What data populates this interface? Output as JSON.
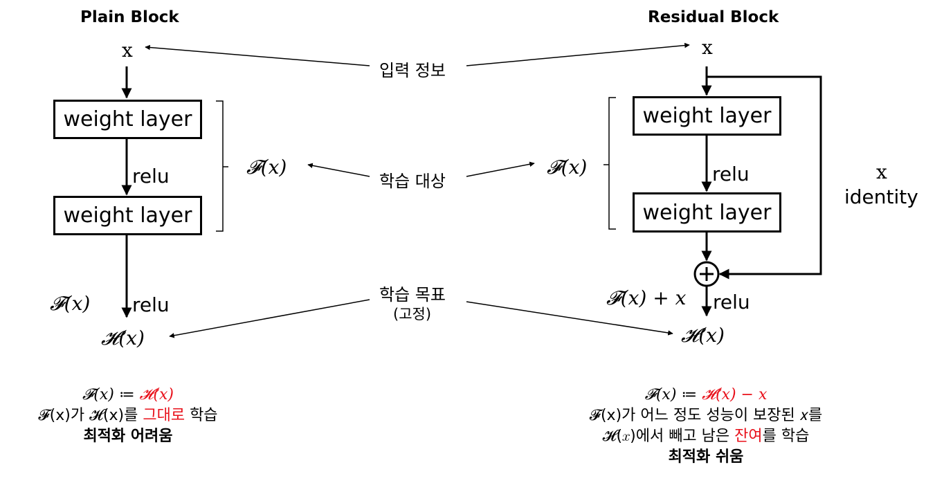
{
  "left": {
    "title": "Plain Block",
    "input": "x",
    "layer1": "weight layer",
    "relu1": "relu",
    "layer2": "weight layer",
    "relu2": "relu",
    "fx": "𝓕(x)",
    "hx": "𝓗(x)",
    "note": {
      "eq_left": "𝓕(x) ≔ ",
      "eq_right": "𝓗(x)",
      "line2_a": "𝓕(x)가 𝓗(x)를 ",
      "line2_red": "그대로",
      "line2_b": " 학습",
      "line3": "최적화 어려움"
    }
  },
  "right": {
    "title": "Residual Block",
    "input": "x",
    "layer1": "weight layer",
    "relu1": "relu",
    "layer2": "weight layer",
    "relu2": "relu",
    "fx": "𝓕(x)",
    "sum_label": "𝓕(x) + x",
    "hx": "𝓗(x)",
    "plus": "+",
    "identity_x": "x",
    "identity_label": "identity",
    "note": {
      "eq_left": "𝓕(x) ≔ ",
      "eq_right": "𝓗(x) − x",
      "line2": "𝓕(x)가 어느 정도 성능이 보장된 𝑥를",
      "line3_a": "𝓗(𝑥)에서 빼고 남은 ",
      "line3_red": "잔여",
      "line3_b": "를 학습",
      "line4": "최적화 쉬움"
    }
  },
  "center": {
    "input_info": "입력 정보",
    "learning_target": "학습 대상",
    "learning_goal": "학습 목표",
    "fixed": "(고정)",
    "fx": "𝓕(x)"
  },
  "colors": {
    "line": "#000000",
    "highlight": "#e8101a"
  }
}
